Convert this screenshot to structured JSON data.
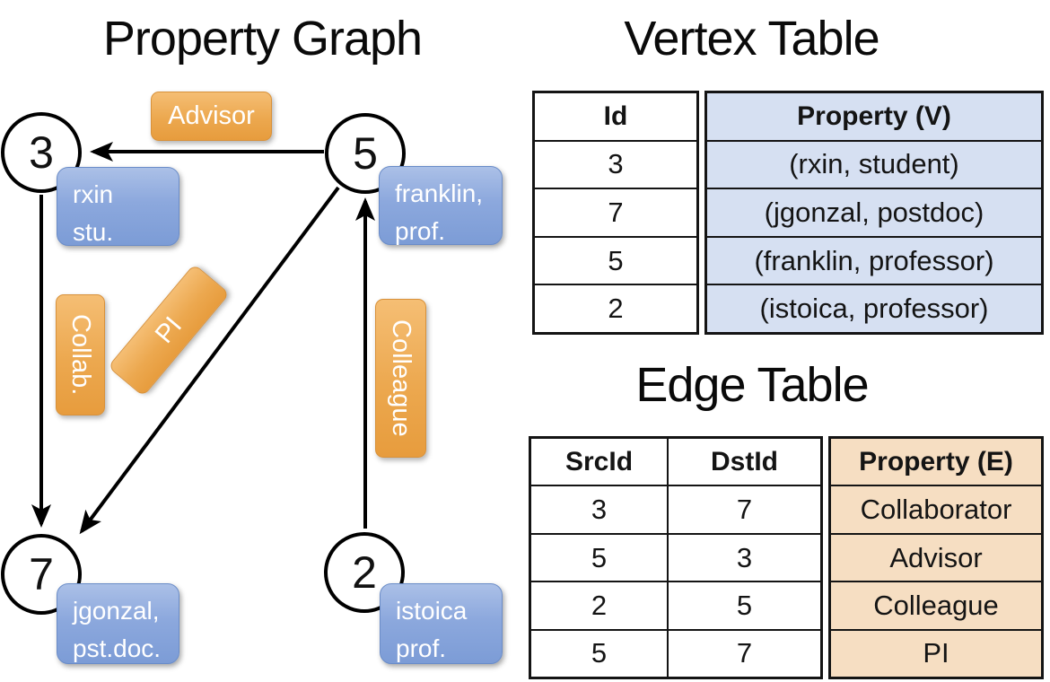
{
  "graph": {
    "title": "Property Graph",
    "nodes": [
      {
        "id": "3",
        "line1": "rxin",
        "line2": "stu."
      },
      {
        "id": "5",
        "line1": "franklin,",
        "line2": "prof."
      },
      {
        "id": "7",
        "line1": "jgonzal,",
        "line2": "pst.doc."
      },
      {
        "id": "2",
        "line1": "istoica",
        "line2": "prof."
      }
    ],
    "edge_labels": {
      "advisor": "Advisor",
      "collab": "Collab.",
      "pi": "PI",
      "colleague": "Colleague"
    }
  },
  "vertex_table": {
    "title": "Vertex Table",
    "columns": {
      "id": "Id",
      "property": "Property (V)"
    },
    "rows": [
      {
        "id": "3",
        "property": "(rxin, student)"
      },
      {
        "id": "7",
        "property": "(jgonzal, postdoc)"
      },
      {
        "id": "5",
        "property": "(franklin, professor)"
      },
      {
        "id": "2",
        "property": "(istoica, professor)"
      }
    ]
  },
  "edge_table": {
    "title": "Edge Table",
    "columns": {
      "src": "SrcId",
      "dst": "DstId",
      "property": "Property (E)"
    },
    "rows": [
      {
        "src": "3",
        "dst": "7",
        "property": "Collaborator"
      },
      {
        "src": "5",
        "dst": "3",
        "property": "Advisor"
      },
      {
        "src": "2",
        "dst": "5",
        "property": "Colleague"
      },
      {
        "src": "5",
        "dst": "7",
        "property": "PI"
      }
    ]
  },
  "colors": {
    "edge_label_orange": "#ECA84F",
    "node_label_blue": "#8CA8DD",
    "vertex_property_bg": "#D6E0F2",
    "edge_property_bg": "#F6DEC2"
  }
}
